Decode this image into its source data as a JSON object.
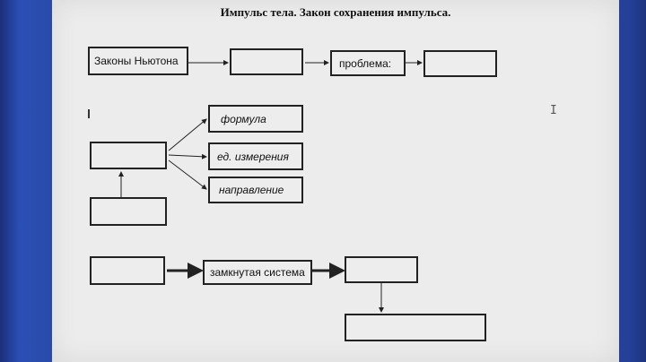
{
  "document": {
    "title": "Импульс тела. Закон сохранения импульса."
  },
  "diagram": {
    "row1": {
      "newton_laws": "Законы Ньютона",
      "blank_1": "",
      "problem": "проблема:",
      "blank_2": ""
    },
    "row2": {
      "center_blank": "",
      "formula": "формула",
      "units": "ед. измерения",
      "direction": "направление",
      "below_blank": ""
    },
    "row3": {
      "left_blank": "",
      "closed_system": "замкнутая система",
      "right_blank": "",
      "bottom_blank": ""
    }
  },
  "colors": {
    "page_background": "#ececec",
    "box_border": "#222222",
    "monitor_frame": "#244099"
  },
  "icons": {
    "text_cursor": "i-beam-cursor-icon",
    "caret": "text-caret-icon"
  }
}
